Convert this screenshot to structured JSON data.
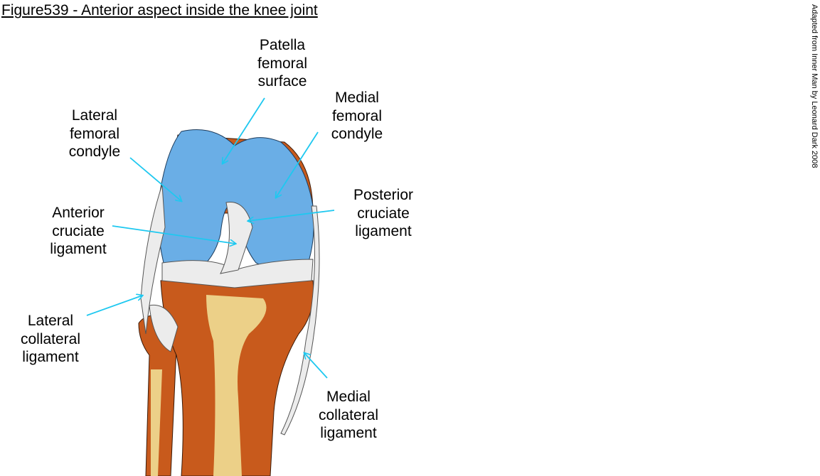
{
  "title": "Figure539 - Anterior aspect inside the knee joint",
  "credit": "Adapted from Inner Man by Leonard Dark 2008",
  "colors": {
    "arrow": "#1ec8f0",
    "femur": "#6aaee6",
    "bone": "#c85a1c",
    "cartilage": "#ecd088",
    "ligament": "#ececec"
  },
  "labels": {
    "patella": [
      "Patella",
      "femoral",
      "surface"
    ],
    "medial_condyle": [
      "Medial",
      "femoral",
      "condyle"
    ],
    "lateral_condyle": [
      "Lateral",
      "femoral",
      "condyle"
    ],
    "pcl": [
      "Posterior",
      "cruciate",
      "ligament"
    ],
    "acl": [
      "Anterior",
      "cruciate",
      "ligament"
    ],
    "lcl": [
      "Lateral",
      "collateral",
      "ligament"
    ],
    "mcl": [
      "Medial",
      "collateral",
      "ligament"
    ]
  }
}
